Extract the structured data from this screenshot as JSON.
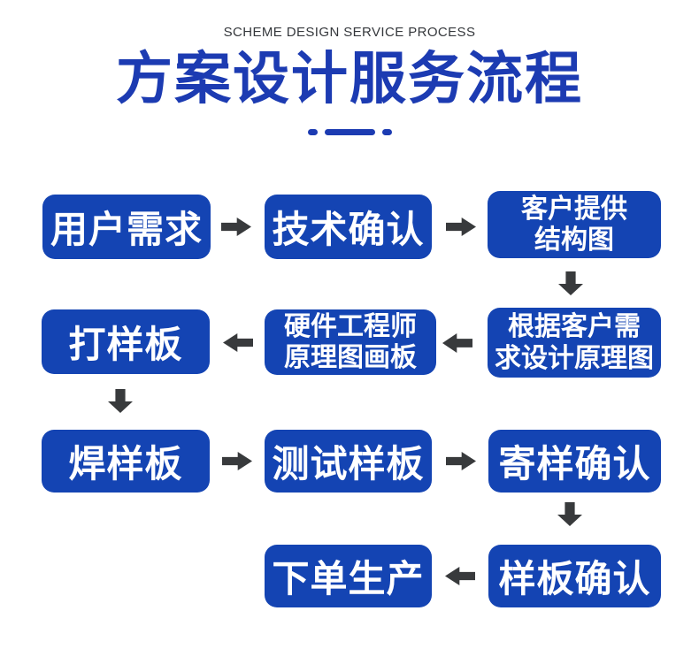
{
  "header": {
    "eyebrow": "SCHEME DESIGN SERVICE PROCESS",
    "title": "方案设计服务流程"
  },
  "colors": {
    "primary_blue": "#1444b3",
    "title_blue": "#1c3bb2",
    "arrow_dark": "#383a3c",
    "eyebrow_gray": "#35383c",
    "node_text": "#ffffff",
    "background": "#ffffff"
  },
  "flow": {
    "nodes": {
      "user_requirements": {
        "lines": [
          "用户需求"
        ]
      },
      "technical_confirmation": {
        "lines": [
          "技术确认"
        ]
      },
      "customer_structure": {
        "lines": [
          "客户提供",
          "结构图"
        ]
      },
      "design_schematic": {
        "lines": [
          "根据客户需",
          "求设计原理图"
        ]
      },
      "hardware_engineer": {
        "lines": [
          "硬件工程师",
          "原理图画板"
        ]
      },
      "sample_board": {
        "lines": [
          "打样板"
        ]
      },
      "solder_board": {
        "lines": [
          "焊样板"
        ]
      },
      "test_board": {
        "lines": [
          "测试样板"
        ]
      },
      "send_sample": {
        "lines": [
          "寄样确认"
        ]
      },
      "confirm_sample": {
        "lines": [
          "样板确认"
        ]
      },
      "production": {
        "lines": [
          "下单生产"
        ]
      }
    }
  }
}
